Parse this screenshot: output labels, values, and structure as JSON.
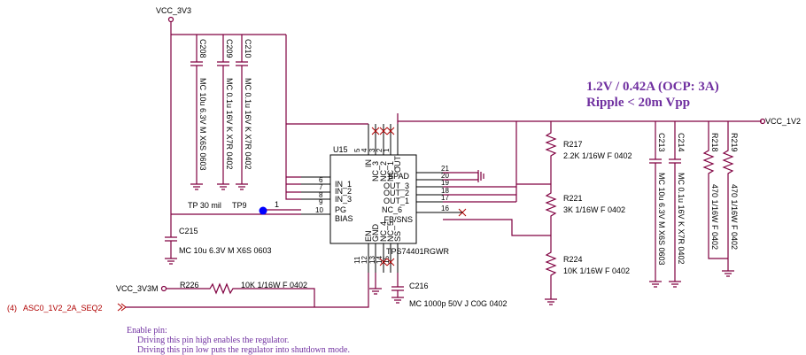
{
  "nets": {
    "vcc_3v3": "VCC_3V3",
    "vcc_1v2": "VCC_1V2",
    "vcc_3v3m": "VCC_3V3M",
    "seq_ref": "(4)",
    "seq_name": "ASC0_1V2_2A_SEQ2"
  },
  "spec": {
    "line1": "1.2V / 0.42A (OCP: 3A)",
    "line2": "Ripple < 20m Vpp"
  },
  "ic": {
    "ref": "U15",
    "part": "TPS74401RGWR",
    "left_pins": [
      {
        "name": "IN_1",
        "num": "6"
      },
      {
        "name": "IN_2",
        "num": "7"
      },
      {
        "name": "IN_3",
        "num": "8"
      },
      {
        "name": "PG",
        "num": "9"
      },
      {
        "name": "BIAS",
        "num": "10"
      }
    ],
    "right_pins": [
      {
        "name": "EPAD",
        "num": "21"
      },
      {
        "name": "",
        "num": "20"
      },
      {
        "name": "OUT_3",
        "num": "19"
      },
      {
        "name": "OUT_2",
        "num": "18"
      },
      {
        "name": "OUT_1",
        "num": "17"
      },
      {
        "name": "FB/SNS",
        "num": "16"
      }
    ],
    "top_pins": [
      {
        "name": "IN",
        "num": "5"
      },
      {
        "name": "NC_3",
        "num": "4"
      },
      {
        "name": "NC_2",
        "num": "3"
      },
      {
        "name": "NC_1",
        "num": "2"
      },
      {
        "name": "OUT",
        "num": "1"
      }
    ],
    "bottom_pins": [
      {
        "name": "EN",
        "num": "11"
      },
      {
        "name": "GND",
        "num": "12"
      },
      {
        "name": "NC_4",
        "num": "13"
      },
      {
        "name": "NC_5",
        "num": "14"
      },
      {
        "name": "SS",
        "num": "15"
      }
    ],
    "pg_pin_num": "1"
  },
  "components": {
    "c208": {
      "ref": "C208",
      "value": "MC 10u 6.3V M X6S 0603"
    },
    "c209": {
      "ref": "C209",
      "value": "MC 0.1u 16V K X7R 0402"
    },
    "c210": {
      "ref": "C210",
      "value": "MC 0.1u 16V K X7R 0402"
    },
    "c215": {
      "ref": "C215",
      "value": "MC 10u 6.3V M X6S 0603"
    },
    "c216": {
      "ref": "C216",
      "value": "MC 1000p 50V J C0G 0402"
    },
    "c213": {
      "ref": "C213",
      "value": "MC 10u 6.3V M X6S 0603"
    },
    "c214": {
      "ref": "C214",
      "value": "MC 0.1u 16V K X7R 0402"
    },
    "r217": {
      "ref": "R217",
      "value": "2.2K 1/16W F 0402"
    },
    "r221": {
      "ref": "R221",
      "value": "3K 1/16W F 0402"
    },
    "r224": {
      "ref": "R224",
      "value": "10K 1/16W F 0402"
    },
    "r226": {
      "ref": "R226",
      "value": "10K 1/16W F 0402"
    },
    "r218": {
      "ref": "R218",
      "value": "470 1/16W F 0402"
    },
    "r219": {
      "ref": "R219",
      "value": "470 1/16W F 0402"
    }
  },
  "testpoints": {
    "tp_a": "TP 30 mil",
    "tp_b": "TP9"
  },
  "notes": {
    "title": "Enable pin:",
    "line1": "Driving this pin high enables the regulator.",
    "line2": "Driving this pin low puts the regulator into shutdown mode."
  }
}
